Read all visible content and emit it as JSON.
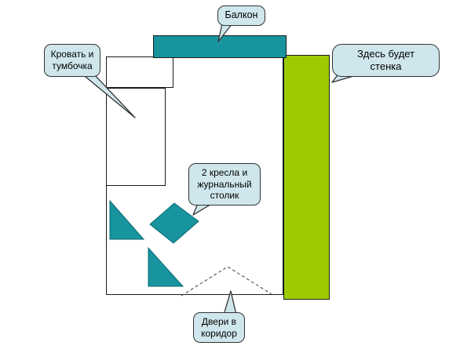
{
  "diagram": {
    "kind": "room-furniture-plan",
    "callouts": {
      "balcony": {
        "text": "Балкон"
      },
      "bed": {
        "text": "Кровать и\nтумбочка"
      },
      "wall_unit": {
        "text": "Здесь будет\nстенка"
      },
      "armchairs": {
        "text": "2 кресла и\nжурнальный\nстолик"
      },
      "doors": {
        "text": "Двери в\nкоридор"
      }
    }
  },
  "colors": {
    "teal": "#17949e",
    "green": "#9bcb00",
    "shape_stroke": "#0b6b75",
    "callout_fill": "#cfe7ec",
    "callout_border": "#333333",
    "door_line": "#3f3f3f",
    "outline": "#1a1a1a"
  }
}
